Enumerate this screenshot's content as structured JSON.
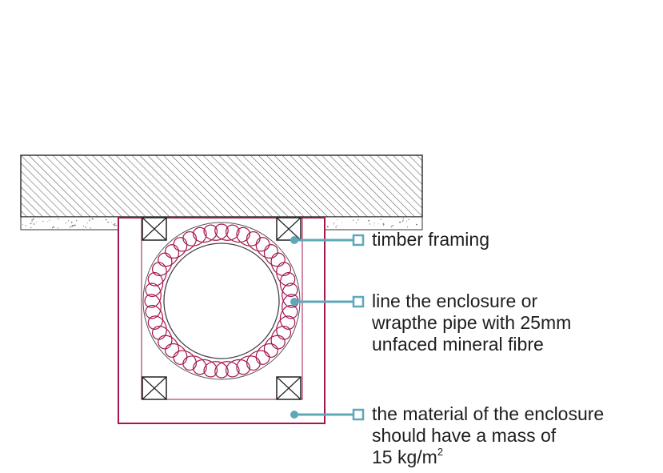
{
  "callouts": [
    {
      "id": "timber",
      "lines": [
        "timber framing"
      ]
    },
    {
      "id": "lining",
      "lines": [
        "line the enclosure or",
        "wrapthe pipe with 25mm",
        "unfaced mineral fibre"
      ]
    },
    {
      "id": "mass",
      "lines": [
        "the material of the enclosure",
        "should have a mass of"
      ],
      "mass_value": "15 kg/m",
      "mass_exponent": "2"
    }
  ],
  "colors": {
    "enclosure": "#a4164f",
    "insulation": "#a4164f",
    "leader": "#5fa8bc",
    "linework": "#333333",
    "text": "#1e1e1e"
  }
}
